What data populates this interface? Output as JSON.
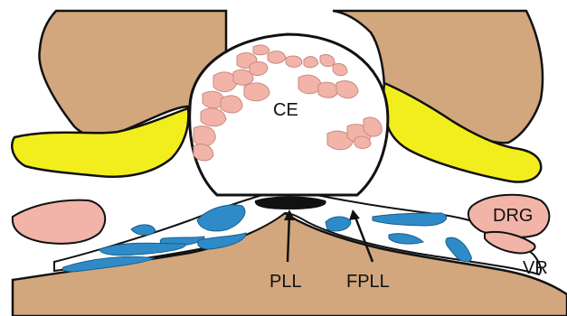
{
  "labels": {
    "ce": "CE",
    "drg": "DRG",
    "vr": "VR",
    "pll": "PLL",
    "fpll": "FPLL"
  },
  "colors": {
    "bone": "#D2A77E",
    "ligamentum": "#F2EE1E",
    "disc_fragment": "#F2B4A8",
    "vessel": "#2E8BC8",
    "outline": "#111111"
  }
}
